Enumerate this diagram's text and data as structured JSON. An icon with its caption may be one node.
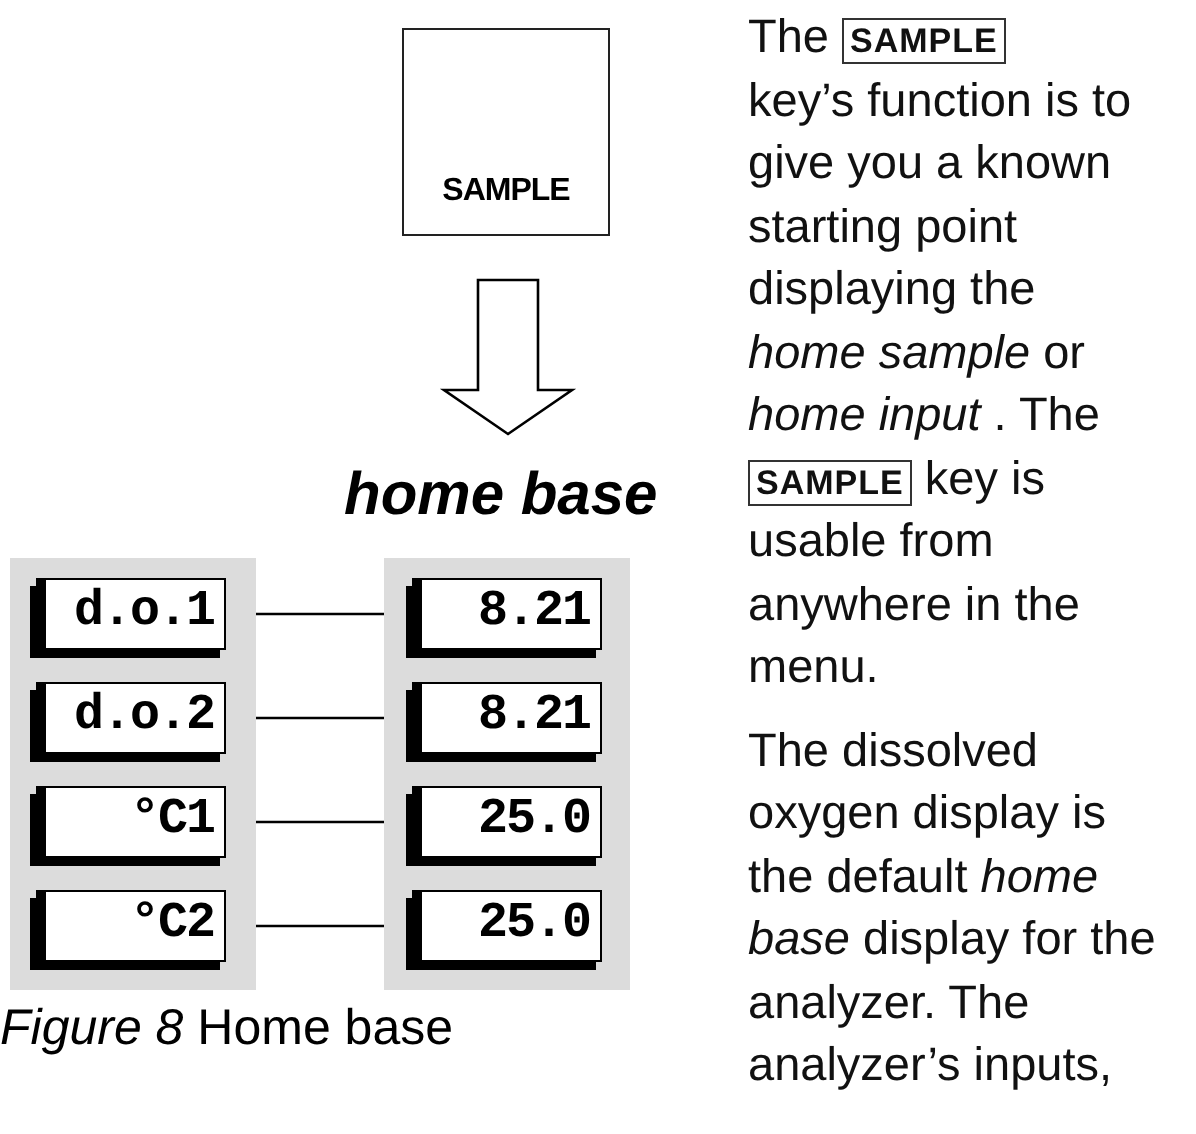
{
  "diagram": {
    "caption": "*Figure 8*  Home base",
    "nodes": [
      {
        "text": [
          "SAMPLE"
        ]
      },
      {
        "text": [],
        "shape": "box"
      },
      {
        "text": [
          "d.o.1"
        ],
        "in": 1
      },
      {
        "text": [
          "d.o.2"
        ],
        "in": 1
      },
      {
        "text": [
          "°C1"
        ],
        "in": 1
      },
      {
        "text": [
          "°C2"
        ],
        "in": 1
      },
      {
        "text": [
          "home base"
        ]
      },
      {
        "text": [
          "8.21"
        ],
        "in": 6
      },
      {
        "text": [
          "8.21"
        ],
        "in": 6
      },
      {
        "text": [
          "25.0"
        ],
        "in": 6
      },
      {
        "text": [
          "25.0"
        ],
        "in": 6
      }
    ],
    "edges": [
      {
        "from": 0,
        "to": 6,
        "arrow": "to"
      },
      {
        "from": 2,
        "to": 7,
        "arrow": "none"
      },
      {
        "from": 3,
        "to": 8,
        "arrow": "none"
      },
      {
        "from": 4,
        "to": 9,
        "arrow": "none"
      },
      {
        "from": 5,
        "to": 10,
        "arrow": "none"
      }
    ],
    "labels": [
      "The",
      "SAMPLE",
      "key’s function is to give you a known starting point displaying the *home sample* or *home input* . The",
      "SAMPLE",
      "key is usable from anywhere in the menu.",
      "The dissolved oxygen display is the default *home base* display for the analyzer. The analyzer’s inputs,"
    ]
  }
}
